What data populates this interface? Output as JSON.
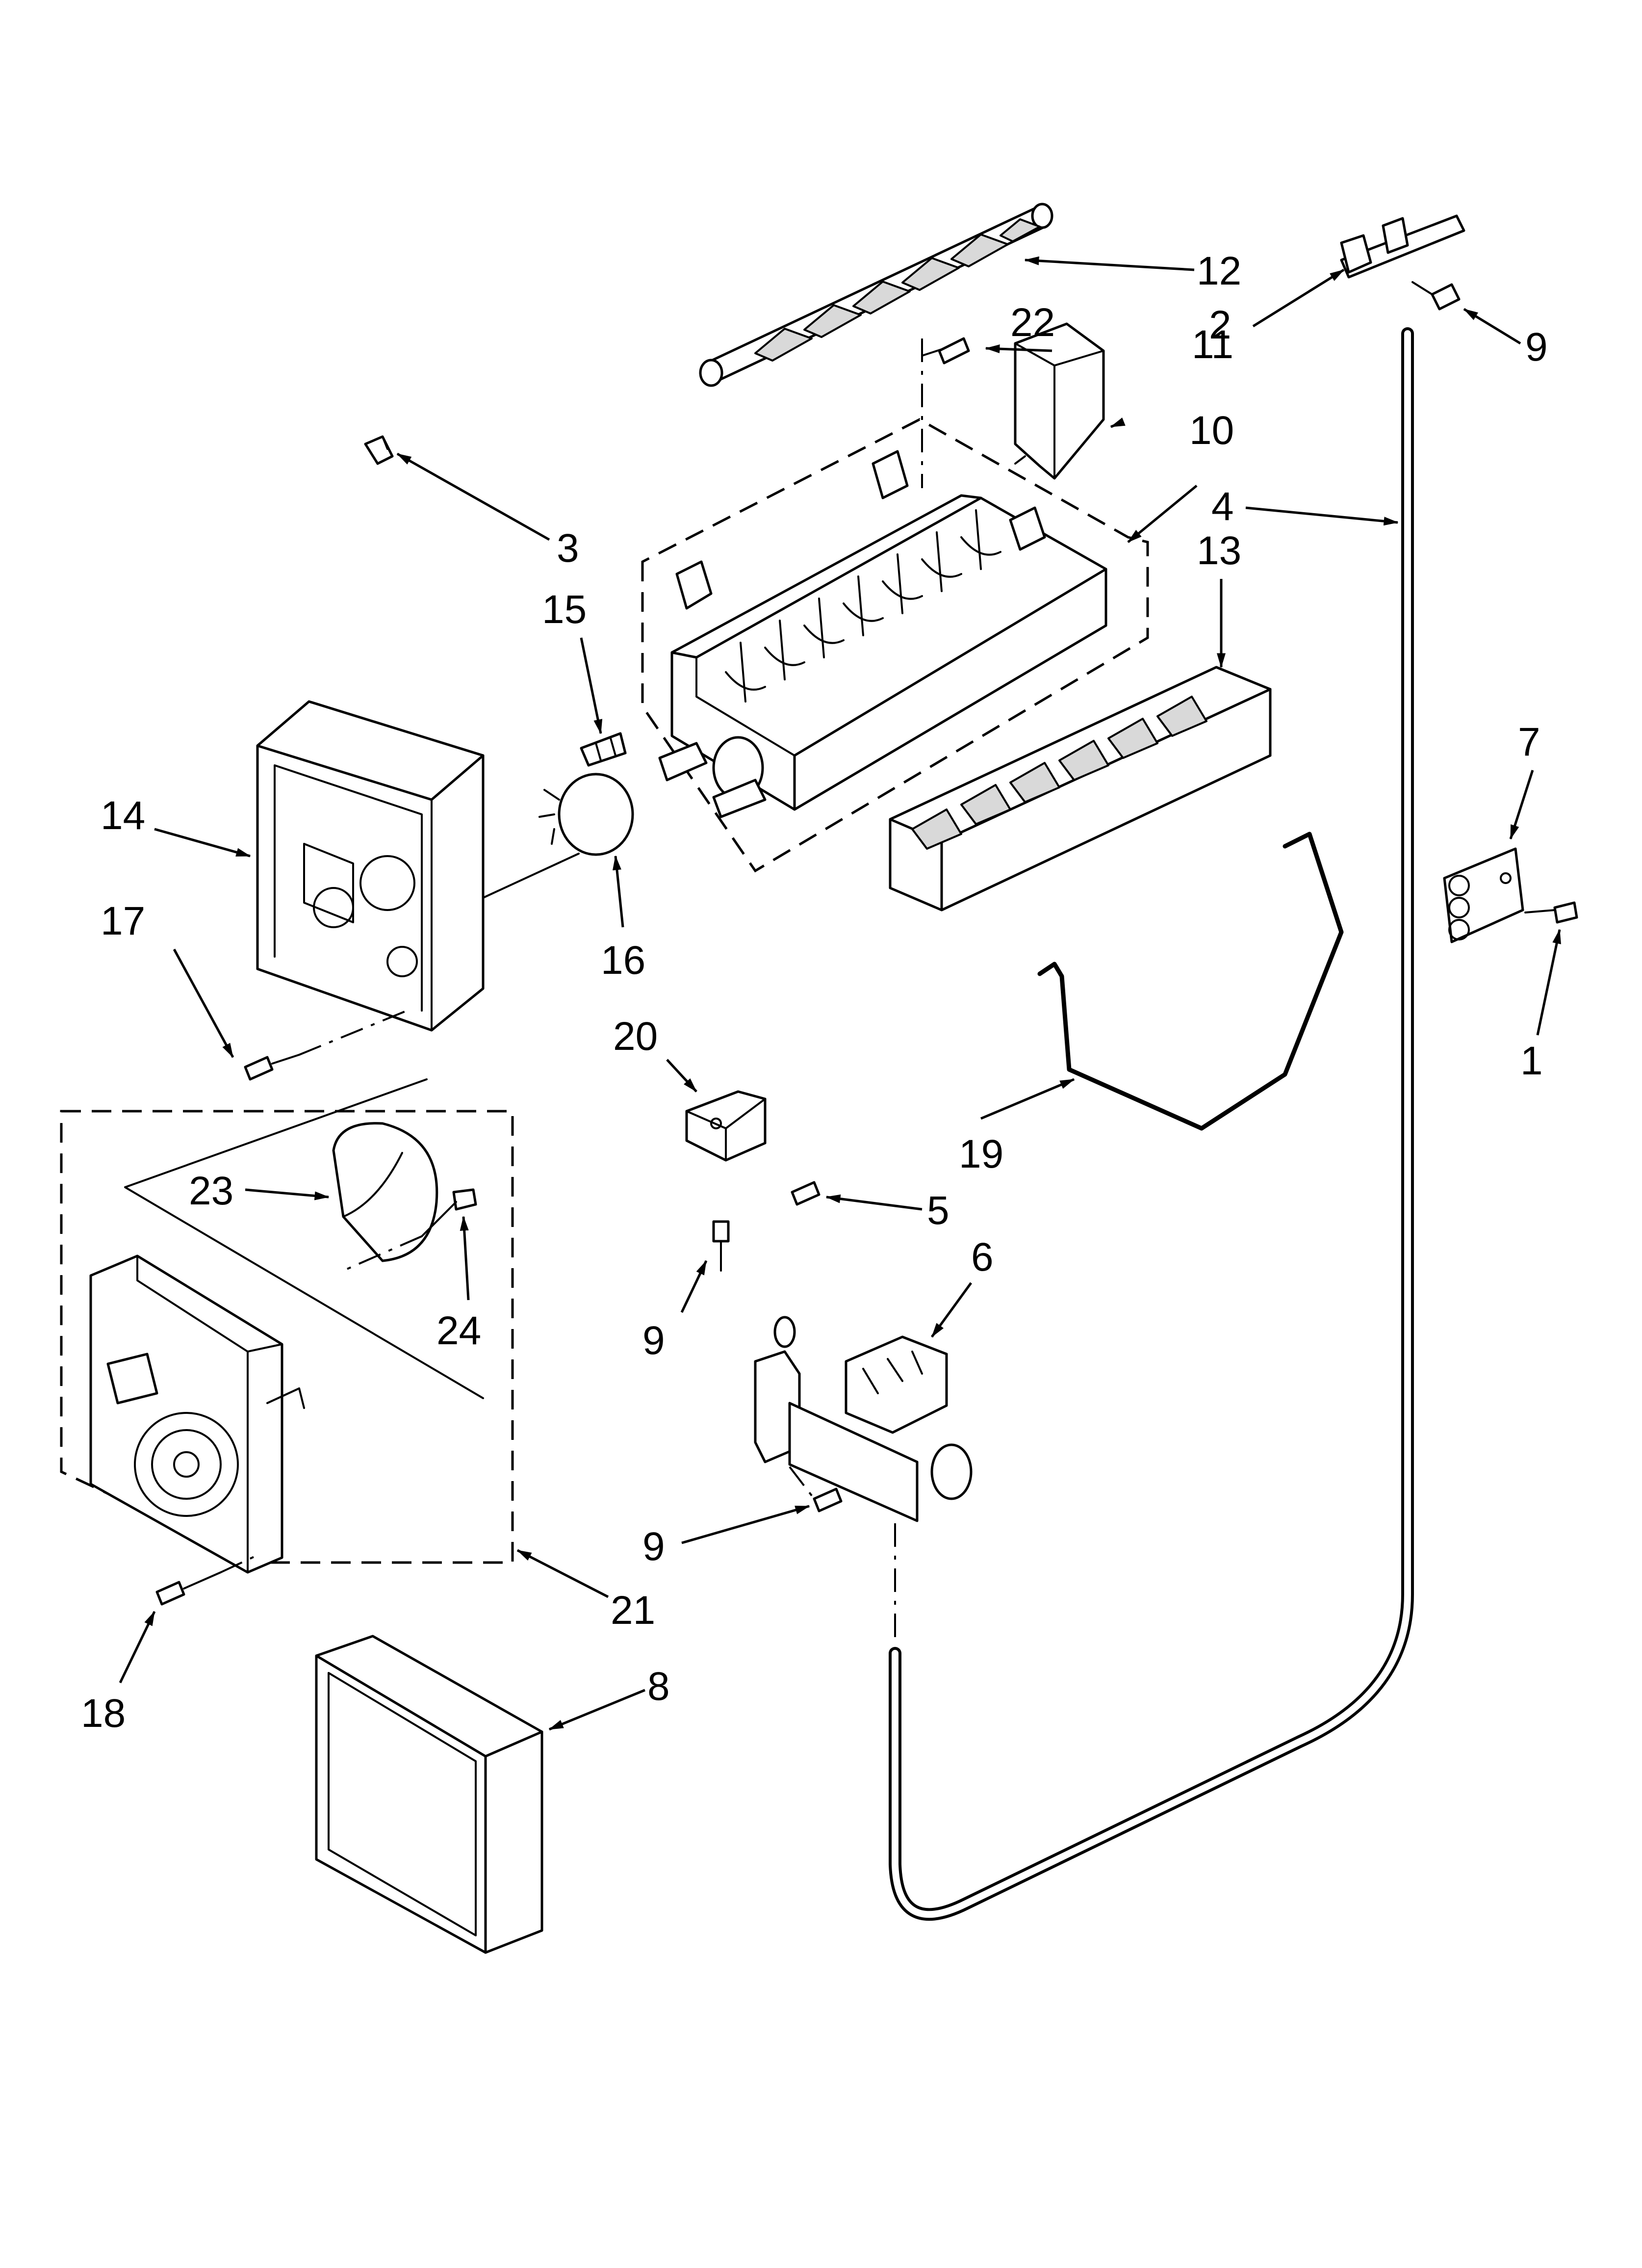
{
  "callouts": {
    "c1": "1",
    "c2": "2",
    "c3": "3",
    "c4": "4",
    "c5": "5",
    "c6": "6",
    "c7": "7",
    "c8": "8",
    "c9a": "9",
    "c9b": "9",
    "c9c": "9",
    "c10": "10",
    "c11": "11",
    "c12": "12",
    "c13": "13",
    "c14": "14",
    "c15": "15",
    "c16": "16",
    "c17": "17",
    "c18": "18",
    "c19": "19",
    "c20": "20",
    "c21": "21",
    "c22": "22",
    "c23": "23",
    "c24": "24"
  },
  "colors": {
    "line": "#000000",
    "background": "#ffffff",
    "shade": "#d9d9d9"
  }
}
